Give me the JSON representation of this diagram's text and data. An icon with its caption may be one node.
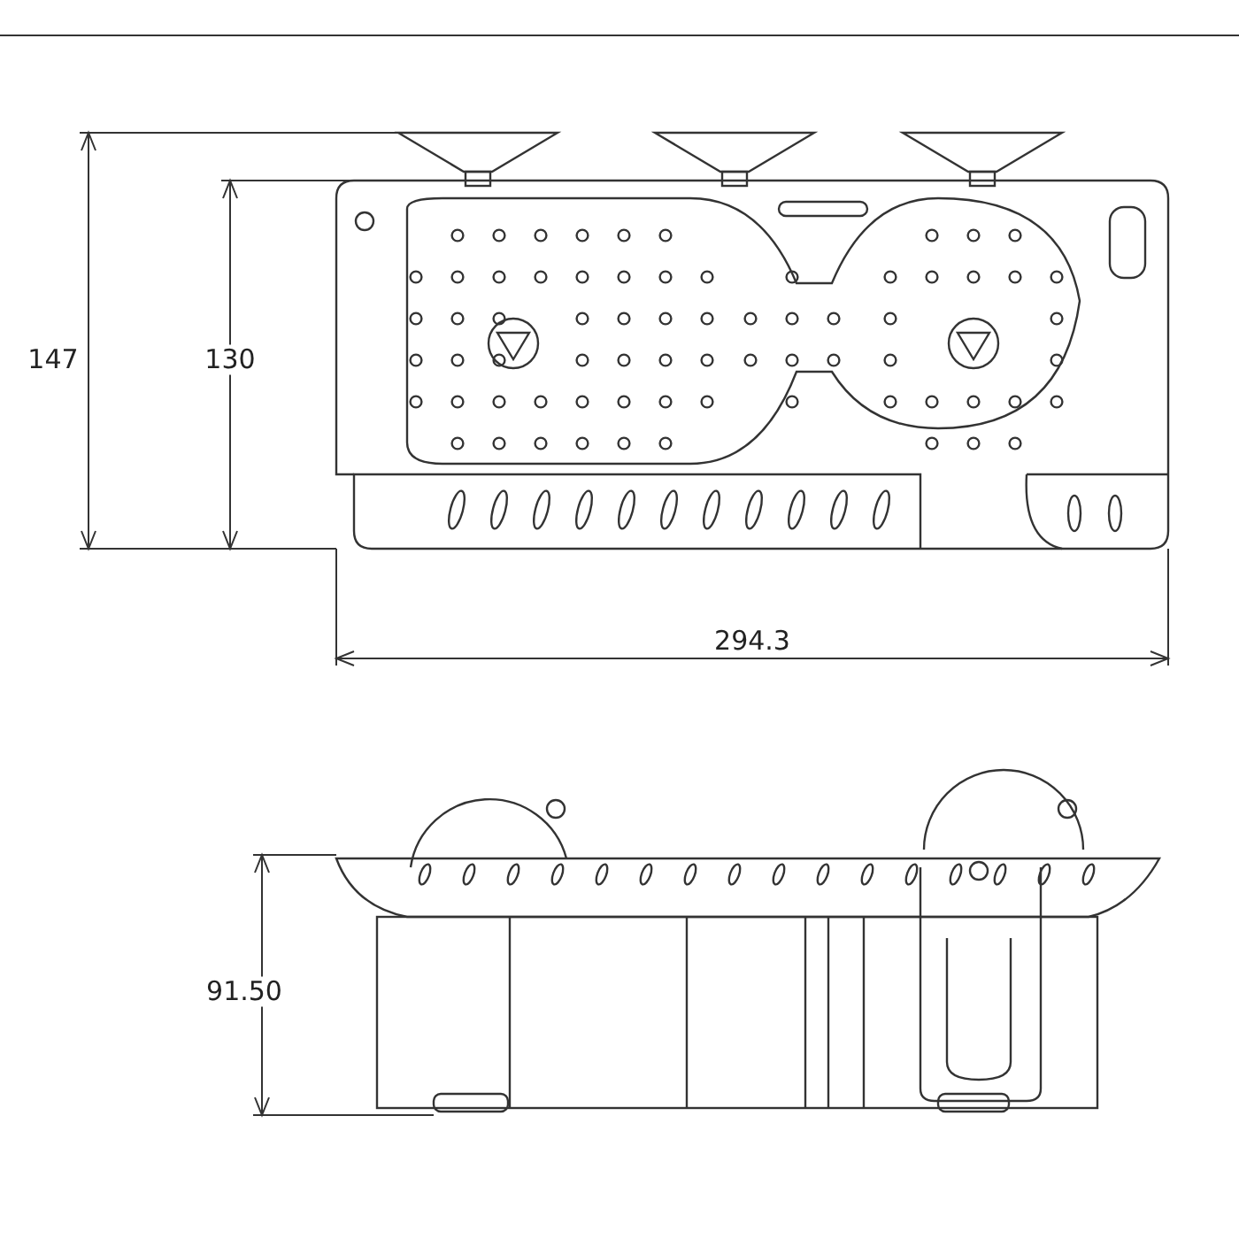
{
  "diagram": {
    "labels": [
      "147",
      "130",
      "294.3",
      "91.50"
    ]
  }
}
